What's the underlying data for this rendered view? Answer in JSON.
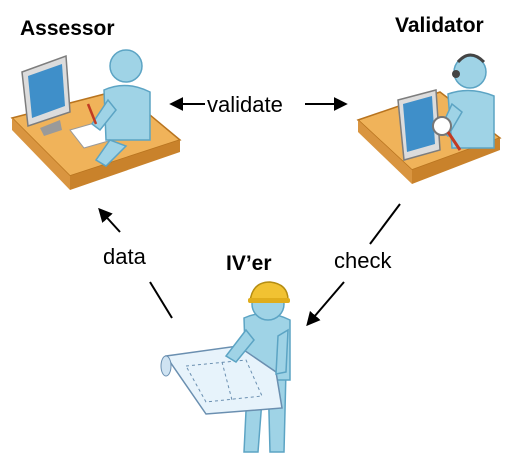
{
  "roles": {
    "assessor": "Assessor",
    "validator": "Validator",
    "iver": "IV’er"
  },
  "edges": {
    "validate": "validate",
    "data": "data",
    "check": "check"
  },
  "colors": {
    "skin": "#9fd3e6",
    "skin_dark": "#5ca4c4",
    "desk": "#f0b35a",
    "desk_dark": "#c9822b",
    "monitor": "#dcdcdc",
    "screen": "#3f8fc9",
    "hardhat": "#f1c232",
    "blueprint": "#e7f3fb"
  }
}
